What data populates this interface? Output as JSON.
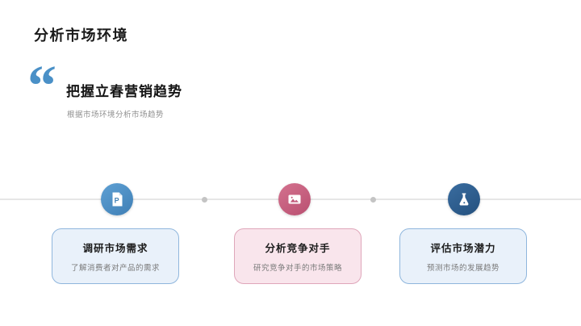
{
  "slide": {
    "title": "分析市场环境"
  },
  "quote": {
    "mark": "“",
    "heading": "把握立春营销趋势",
    "subtext": "根据市场环境分析市场趋势"
  },
  "timeline": {
    "items": [
      {
        "icon": "document-file-icon",
        "icon_letter": "P",
        "title": "调研市场需求",
        "desc": "了解消费者对产品的需求",
        "theme": "blue"
      },
      {
        "icon": "image-icon",
        "title": "分析竞争对手",
        "desc": "研究竞争对手的市场策略",
        "theme": "pink"
      },
      {
        "icon": "flask-icon",
        "title": "评估市场潜力",
        "desc": "预测市场的发展趋势",
        "theme": "blue"
      }
    ]
  },
  "colors": {
    "accent_quote_blue": "#4a90c7",
    "node_blue": "#4a8ec5",
    "node_rose": "#c7587c",
    "node_navy": "#2b5c8e",
    "card_blue_bg": "#e9f1fa",
    "card_blue_border": "#8fb6dd",
    "card_pink_bg": "#f9e5ec",
    "card_pink_border": "#dfa6ba",
    "timeline_line": "#e6e6e6",
    "connector_dot": "#c4c4c4",
    "title_text": "#1a1a1a",
    "muted_text": "#8f8f8f"
  }
}
